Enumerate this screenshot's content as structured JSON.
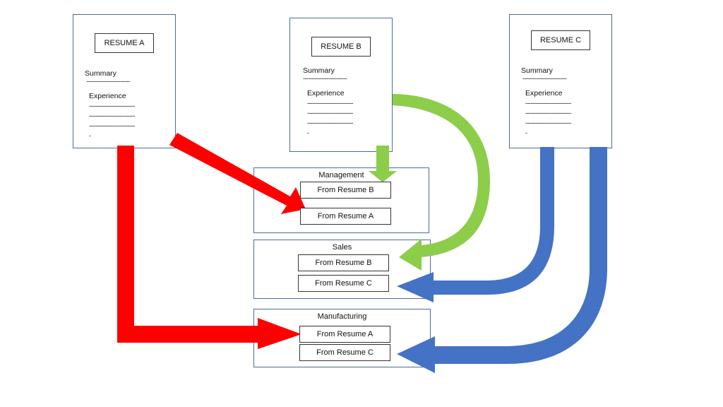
{
  "colors": {
    "red_arrow": "#ff0000",
    "green_arrow": "#8ccd4a",
    "blue_arrow": "#4472c4",
    "box_border": "#4a6d96"
  },
  "resumes": [
    {
      "title": "RESUME A",
      "summary_label": "Summary",
      "summary_line": "--------------------------",
      "experience_label": "Experience",
      "experience_lines": [
        "---------------------------",
        "---------------------------",
        "---------------------------",
        "-"
      ]
    },
    {
      "title": "RESUME B",
      "summary_label": "Summary",
      "summary_line": "--------------------------",
      "experience_label": "Experience",
      "experience_lines": [
        "---------------------------",
        "---------------------------",
        "---------------------------",
        "-"
      ]
    },
    {
      "title": "RESUME C",
      "summary_label": "Summary",
      "summary_line": "--------------------------",
      "experience_label": "Experience",
      "experience_lines": [
        "---------------------------",
        "---------------------------",
        "---------------------------",
        "-"
      ]
    }
  ],
  "departments": [
    {
      "title": "Management",
      "items": [
        "From  Resume B",
        "From  Resume A"
      ]
    },
    {
      "title": "Sales",
      "items": [
        "From  Resume B",
        "From  Resume C"
      ]
    },
    {
      "title": "Manufacturing",
      "items": [
        "From  Resume A",
        "From  Resume C"
      ]
    }
  ]
}
